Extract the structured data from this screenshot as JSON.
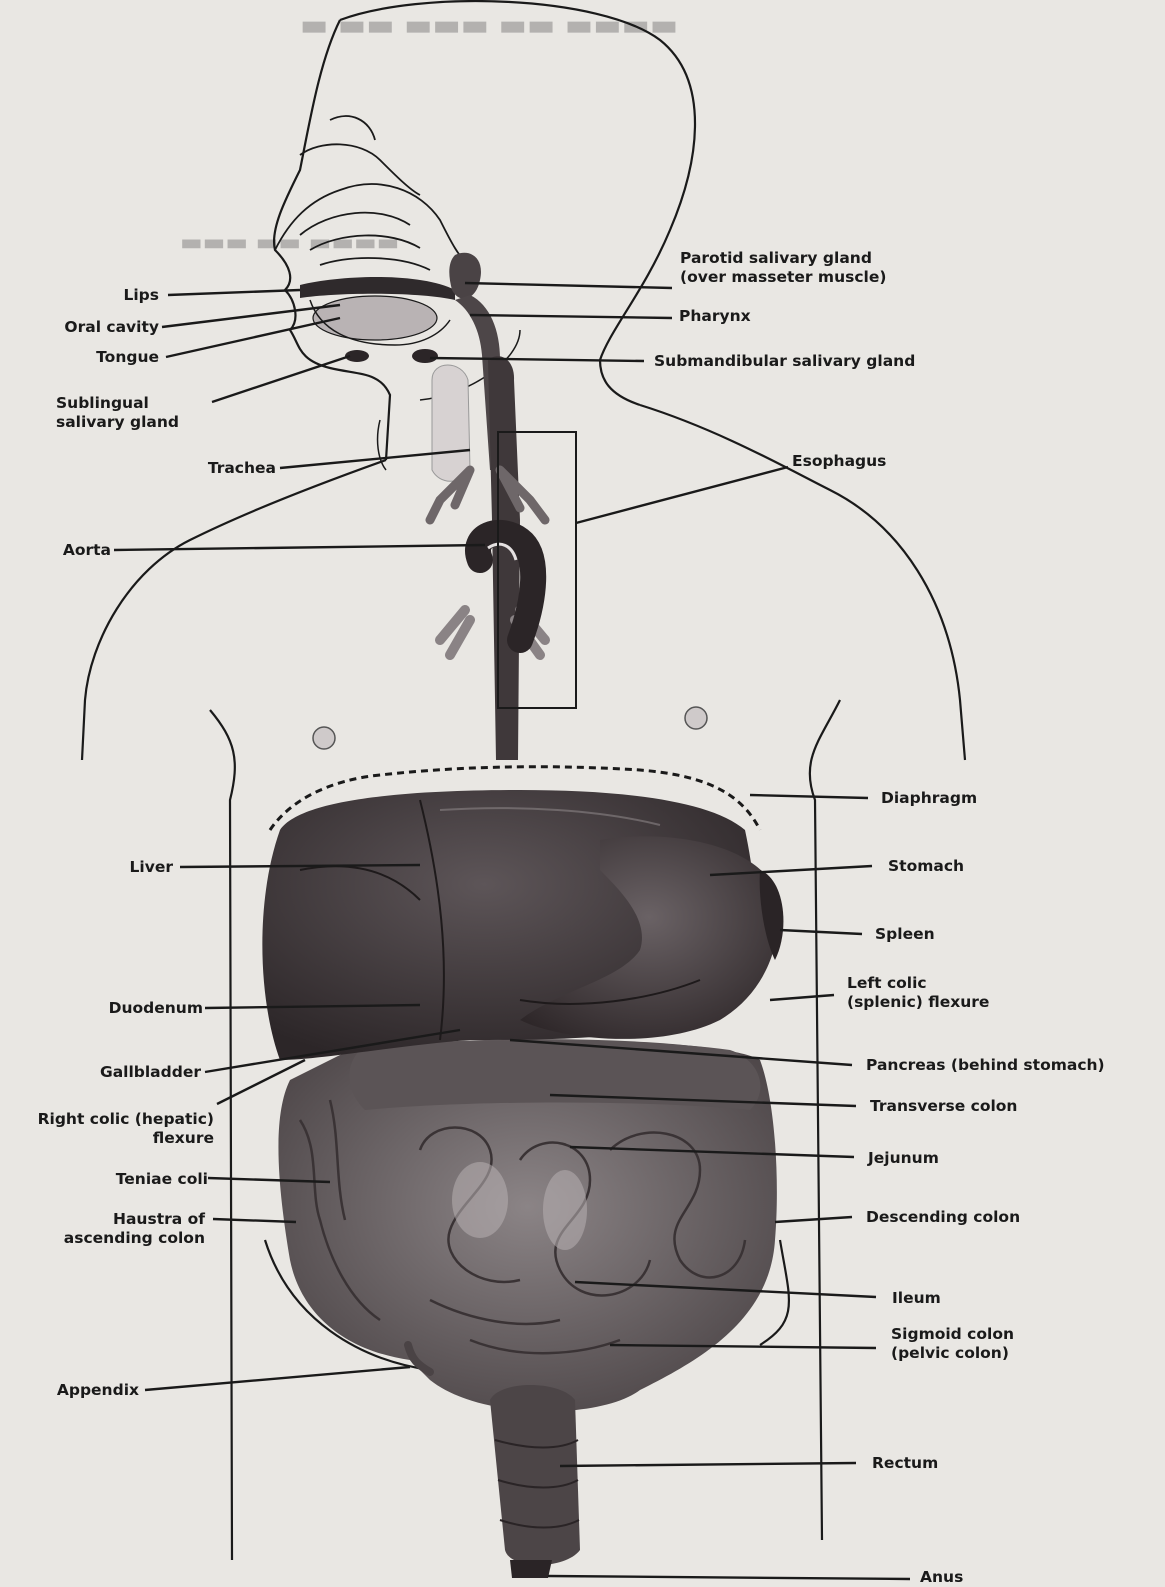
{
  "labels": {
    "lips": "Lips",
    "oral_cavity": "Oral cavity",
    "tongue": "Tongue",
    "sublingual": "Sublingual\nsalivary gland",
    "trachea": "Trachea",
    "aorta": "Aorta",
    "parotid": "Parotid salivary gland\n(over masseter muscle)",
    "pharynx": "Pharynx",
    "submandibular": "Submandibular salivary gland",
    "esophagus": "Esophagus",
    "diaphragm": "Diaphragm",
    "liver": "Liver",
    "stomach": "Stomach",
    "spleen": "Spleen",
    "left_colic": "Left colic\n(splenic) flexure",
    "duodenum": "Duodenum",
    "gallbladder": "Gallbladder",
    "pancreas": "Pancreas (behind stomach)",
    "right_colic": "Right colic (hepatic)\nflexure",
    "transverse_colon": "Transverse colon",
    "teniae_coli": "Teniae coli",
    "jejunum": "Jejunum",
    "haustra": "Haustra of\nascending colon",
    "descending_colon": "Descending colon",
    "ileum": "Ileum",
    "sigmoid_colon": "Sigmoid colon\n(pelvic colon)",
    "appendix": "Appendix",
    "rectum": "Rectum",
    "anus": "Anus"
  },
  "colors": {
    "paper": "#e9e7e3",
    "ink": "#1a1a1a",
    "organ_dark": "#3a3336",
    "organ_mid": "#5a5356",
    "intestine": "#6b6466"
  }
}
